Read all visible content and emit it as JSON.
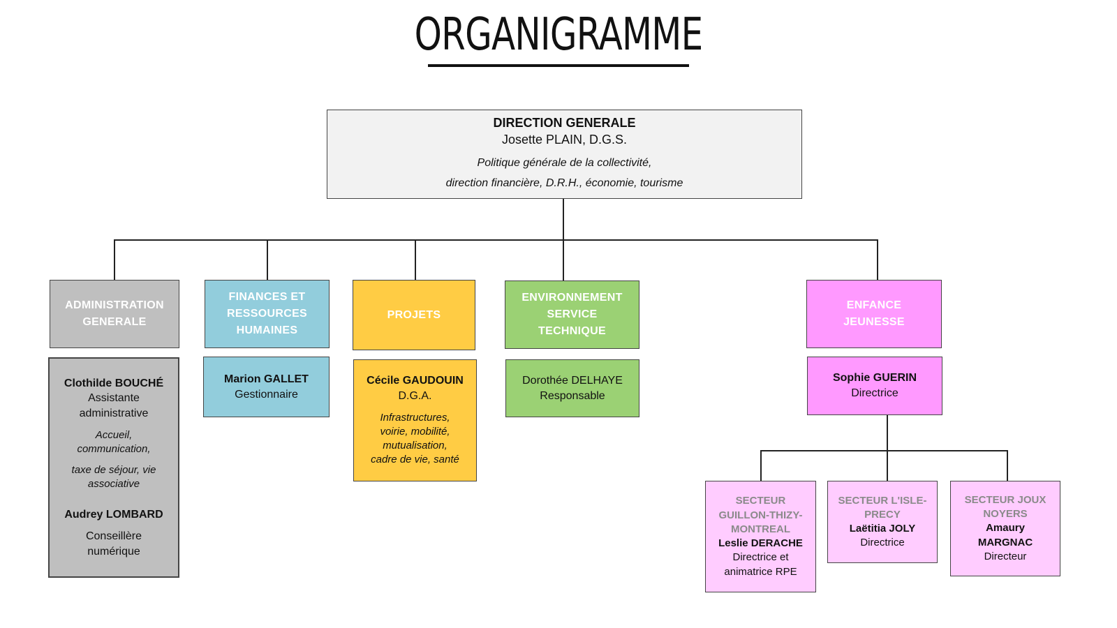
{
  "title": "ORGANIGRAMME",
  "colors": {
    "direction": "#f2f2f2",
    "administration": "#bfbfbf",
    "finances": "#92cddc",
    "projets": "#ffcc44",
    "environnement": "#9bd174",
    "enfance": "#ff99ff",
    "secteur": "#ffccff"
  },
  "direction": {
    "heading": "DIRECTION GENERALE",
    "person": "Josette PLAIN, D.G.S.",
    "desc_1": "Politique générale de la collectivité,",
    "desc_2": "direction financière, D.R.H., économie, tourisme"
  },
  "administration": {
    "heading_1": "ADMINISTRATION",
    "heading_2": "GENERALE",
    "person_1": "Clothilde BOUCHÉ",
    "role_1a": "Assistante",
    "role_1b": "administrative",
    "desc_1a": "Accueil,",
    "desc_1b": "communication,",
    "desc_1c": "taxe de séjour, vie",
    "desc_1d": "associative",
    "person_2": "Audrey LOMBARD",
    "role_2a": "Conseillère",
    "role_2b": "numérique"
  },
  "finances": {
    "heading_1": "FINANCES ET",
    "heading_2": "RESSOURCES",
    "heading_3": "HUMAINES",
    "person": "Marion GALLET",
    "role": "Gestionnaire"
  },
  "projets": {
    "heading": "PROJETS",
    "person": "Cécile GAUDOUIN",
    "role": "D.G.A.",
    "desc_1": "Infrastructures,",
    "desc_2": "voirie, mobilité,",
    "desc_3": "mutualisation,",
    "desc_4": "cadre de vie,  santé"
  },
  "environnement": {
    "heading_1": "ENVIRONNEMENT",
    "heading_2": "SERVICE",
    "heading_3": "TECHNIQUE",
    "person": "Dorothée DELHAYE",
    "role": "Responsable"
  },
  "enfance": {
    "heading_1": "ENFANCE",
    "heading_2": "JEUNESSE",
    "person": "Sophie GUERIN",
    "role": "Directrice"
  },
  "sectors": [
    {
      "title_1": "SECTEUR",
      "title_2": "GUILLON-THIZY-",
      "title_3": "MONTREAL",
      "person_1": "Leslie DERACHE",
      "person_2": "",
      "role_1": "Directrice et",
      "role_2": "animatrice RPE"
    },
    {
      "title_1": "SECTEUR L'ISLE-",
      "title_2": "PRECY",
      "title_3": "",
      "person_1": "Laëtitia JOLY",
      "person_2": "",
      "role_1": "Directrice",
      "role_2": ""
    },
    {
      "title_1": "SECTEUR JOUX",
      "title_2": "NOYERS",
      "title_3": "",
      "person_1": "Amaury",
      "person_2": "MARGNAC",
      "role_1": "Directeur",
      "role_2": ""
    }
  ]
}
